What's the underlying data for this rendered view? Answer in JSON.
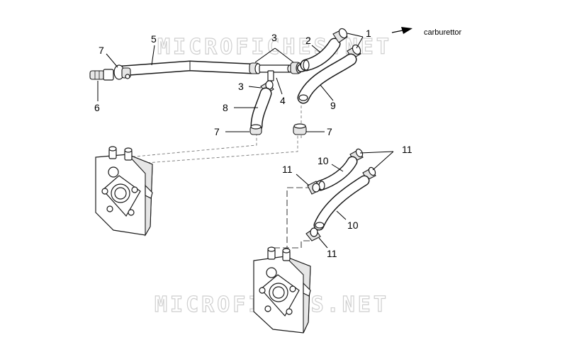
{
  "watermark": {
    "top": "MICROFICHES.NET",
    "bottom": "MICROFICHES.NET"
  },
  "direction_label": "carburettor",
  "callouts": {
    "c1": "1",
    "c2": "2",
    "c3a": "3",
    "c3b": "3",
    "c4": "4",
    "c5": "5",
    "c6": "6",
    "c7a": "7",
    "c7b": "7",
    "c7c": "7",
    "c8": "8",
    "c9": "9",
    "c10a": "10",
    "c10b": "10",
    "c11a": "11",
    "c11b": "11",
    "c11c": "11"
  }
}
